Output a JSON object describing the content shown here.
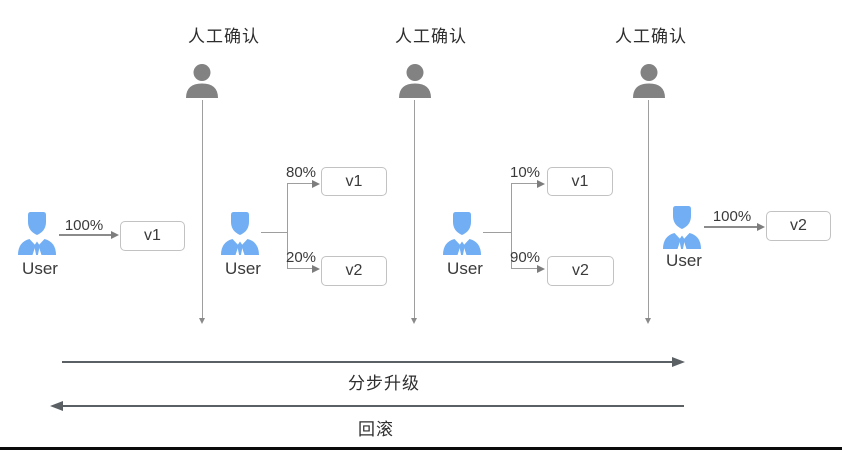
{
  "diagram": {
    "title_semantic": "progressive-upgrade-canary-flow",
    "confirm_columns": [
      {
        "label": "人工确认"
      },
      {
        "label": "人工确认"
      },
      {
        "label": "人工确认"
      }
    ],
    "stages": [
      {
        "user_label": "User",
        "flows": [
          {
            "percent": "100%",
            "version": "v1"
          }
        ]
      },
      {
        "user_label": "User",
        "flows": [
          {
            "percent": "80%",
            "version": "v1"
          },
          {
            "percent": "20%",
            "version": "v2"
          }
        ]
      },
      {
        "user_label": "User",
        "flows": [
          {
            "percent": "10%",
            "version": "v1"
          },
          {
            "percent": "90%",
            "version": "v2"
          }
        ]
      },
      {
        "user_label": "User",
        "flows": [
          {
            "percent": "100%",
            "version": "v2"
          }
        ]
      }
    ],
    "bottom": {
      "upgrade_label": "分步升级",
      "rollback_label": "回滚"
    }
  },
  "colors": {
    "user_icon_blue": "#71AEF3",
    "confirm_icon_gray": "#828282",
    "box_border": "#c2c2c2",
    "line_gray": "#9e9e9e",
    "arrow_dark": "#5b6065",
    "text_dark": "#333333",
    "bottom_bar_black": "#0a0a0a"
  }
}
